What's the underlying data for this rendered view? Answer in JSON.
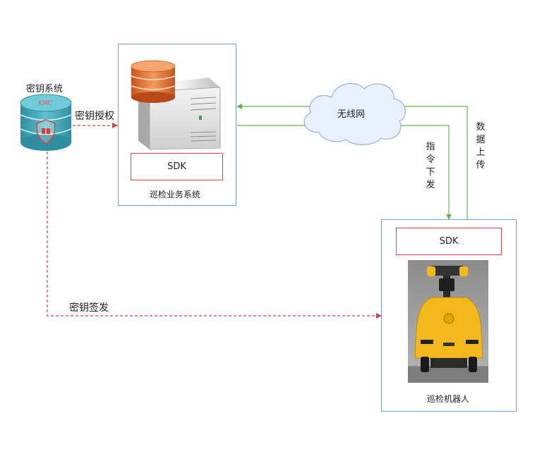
{
  "key_system": {
    "title": "密钥系统",
    "db_label": "KMC"
  },
  "business_system": {
    "title": "巡检业务系统",
    "sdk_label": "SDK"
  },
  "robot": {
    "title": "巡检机器人",
    "sdk_label": "SDK"
  },
  "network": {
    "label": "无线网"
  },
  "arrows": {
    "key_authorization": "密钥授权",
    "key_issuance": "密钥签发",
    "command_dispatch": "指令下发",
    "data_upload": "数据上传"
  },
  "colors": {
    "box_border": "#6fa0d6",
    "sdk_border": "#d7403c",
    "dashed_arrow": "#d7403c",
    "network_line": "#6ab04c",
    "cloud_fill": "#e8f1fb",
    "cloud_stroke": "#8fb3dc",
    "db_teal": "#3fa7b8",
    "server_orange": "#e0702a",
    "robot_yellow": "#f3b81b"
  }
}
